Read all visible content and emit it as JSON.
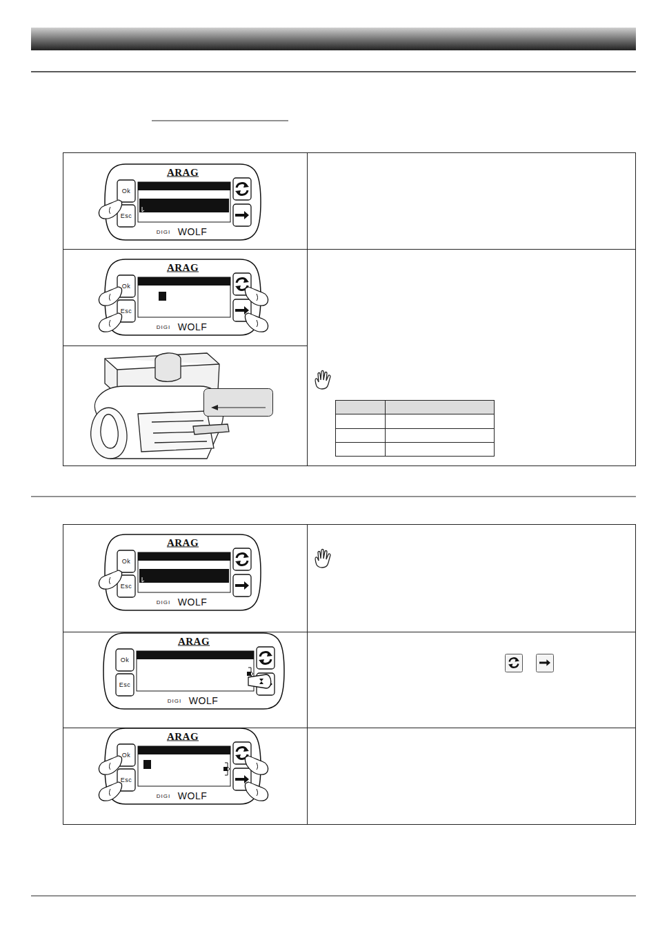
{
  "diagram": {
    "labels": [
      "ARAG",
      "Ok",
      "Esc",
      "DIGI",
      "WOLF",
      "ARAG",
      "Ok",
      "Esc",
      "DIGI",
      "WOLF",
      "ARAG",
      "Ok",
      "Esc",
      "DIGI",
      "WOLF",
      "ARAG",
      "Ok",
      "Esc",
      "DIGI",
      "WOLF",
      "ARAG",
      "Ok",
      "Esc",
      "DIGI",
      "WOLF"
    ]
  }
}
